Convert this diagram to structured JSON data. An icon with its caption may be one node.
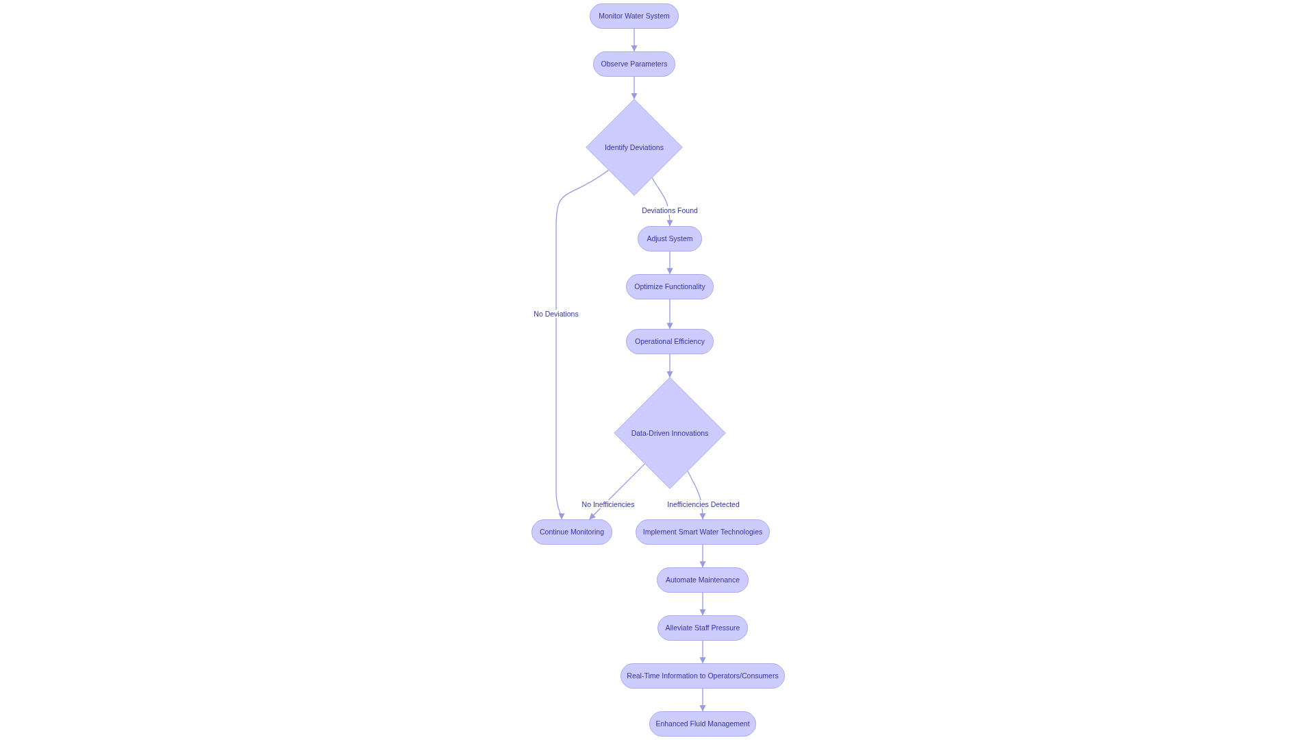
{
  "diagram": {
    "nodes": [
      {
        "text": [
          "Monitor Water System"
        ]
      },
      {
        "text": [
          "Observe Parameters"
        ]
      },
      {
        "text": [
          "Identify Deviations"
        ]
      },
      {
        "text": [
          "Adjust System"
        ]
      },
      {
        "text": [
          "Optimize Functionality"
        ]
      },
      {
        "text": [
          "Operational Efficiency"
        ]
      },
      {
        "text": [
          "Data-Driven Innovations"
        ]
      },
      {
        "text": [
          "Continue Monitoring"
        ]
      },
      {
        "text": [
          "Implement Smart Water Technologies"
        ]
      },
      {
        "text": [
          "Automate Maintenance"
        ]
      },
      {
        "text": [
          "Alleviate Staff Pressure"
        ]
      },
      {
        "text": [
          "Real-Time Information to Operators/Consumers"
        ]
      },
      {
        "text": [
          "Enhanced Fluid Management"
        ]
      }
    ],
    "edges": [
      {
        "from": 0,
        "to": 1,
        "arrow": "to"
      },
      {
        "from": 1,
        "to": 2,
        "arrow": "to"
      },
      {
        "from": 2,
        "to": 3,
        "arrow": "to",
        "label": "Deviations Found"
      },
      {
        "from": 2,
        "to": 7,
        "arrow": "to",
        "label": "No Deviations"
      },
      {
        "from": 3,
        "to": 4,
        "arrow": "to"
      },
      {
        "from": 4,
        "to": 5,
        "arrow": "to"
      },
      {
        "from": 5,
        "to": 6,
        "arrow": "to"
      },
      {
        "from": 6,
        "to": 7,
        "arrow": "to",
        "label": "No Inefficiencies"
      },
      {
        "from": 6,
        "to": 8,
        "arrow": "to",
        "label": "Inefficiencies Detected"
      },
      {
        "from": 8,
        "to": 9,
        "arrow": "to"
      },
      {
        "from": 9,
        "to": 10,
        "arrow": "to"
      },
      {
        "from": 10,
        "to": 11,
        "arrow": "to"
      },
      {
        "from": 11,
        "to": 12,
        "arrow": "to"
      }
    ]
  }
}
